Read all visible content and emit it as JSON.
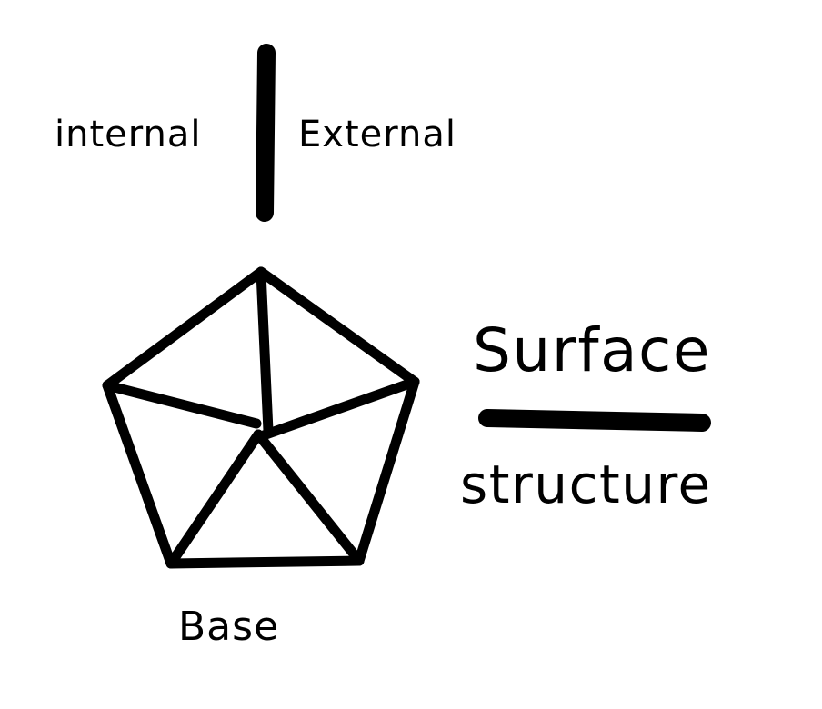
{
  "labels": {
    "internal": "internal",
    "external": "External",
    "surface": "Surface",
    "structure": "structure",
    "base": "Base"
  },
  "colors": {
    "ink": "#000000",
    "background": "#ffffff"
  }
}
